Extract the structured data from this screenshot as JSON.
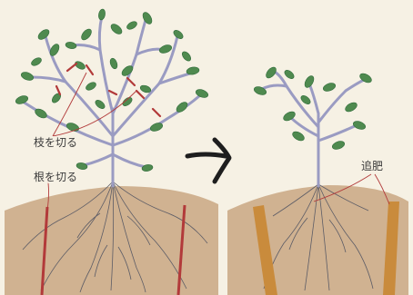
{
  "labels": {
    "cut_branches": "枝を切る",
    "cut_roots": "根を切る",
    "topdressing": "追肥"
  },
  "colors": {
    "background": "#f6f1e4",
    "soil": "#c9a783",
    "soil_dark": "#a9835e",
    "branch": "#9a9bc2",
    "leaf": "#4f8a4f",
    "leaf_dark": "#2f6b3a",
    "cut_mark": "#b23a3a",
    "root": "#5c5c66",
    "fertilizer": "#c98b3c",
    "arrow": "#1e1e1e"
  }
}
